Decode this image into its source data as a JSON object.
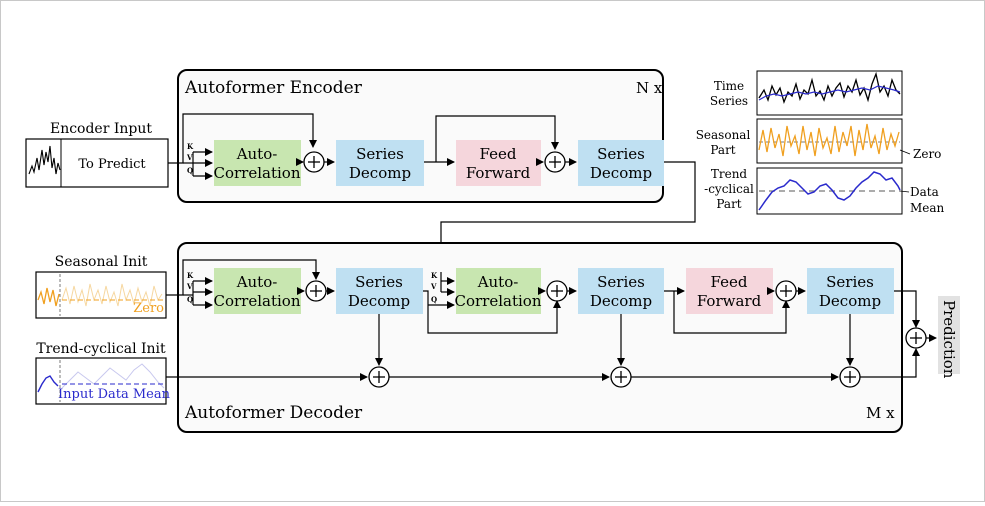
{
  "encoder": {
    "title": "Autoformer Encoder",
    "repeat": "N x",
    "input_label": "Encoder Input",
    "to_predict": "To Predict"
  },
  "decoder": {
    "title": "Autoformer Decoder",
    "repeat": "M x",
    "seasonal_init": "Seasonal Init",
    "trend_init": "Trend-cyclical Init",
    "zero": "Zero",
    "input_data_mean": "Input Data Mean"
  },
  "blocks": {
    "auto_line1": "Auto-",
    "auto_line2": "Correlation",
    "decomp_line1": "Series",
    "decomp_line2": "Decomp",
    "ff_line1": "Feed",
    "ff_line2": "Forward"
  },
  "qkv": {
    "k": "K",
    "v": "V",
    "q": "Q"
  },
  "output": "Prediction",
  "legend": {
    "time_series_line1": "Time",
    "time_series_line2": "Series",
    "seasonal_line1": "Seasonal",
    "seasonal_line2": "Part",
    "trend_line1": "Trend",
    "trend_line2": "-cyclical",
    "trend_line3": "Part",
    "zero": "Zero",
    "data_mean_line1": "Data",
    "data_mean_line2": "Mean"
  },
  "colors": {
    "autocorrelation": "#c8e6b0",
    "series_decomp": "#bfe0f2",
    "feed_forward": "#f5d6dc",
    "seasonal_series": "#f0a020",
    "trend_series": "#2a2acc",
    "mean_line": "#7a7a7a"
  }
}
